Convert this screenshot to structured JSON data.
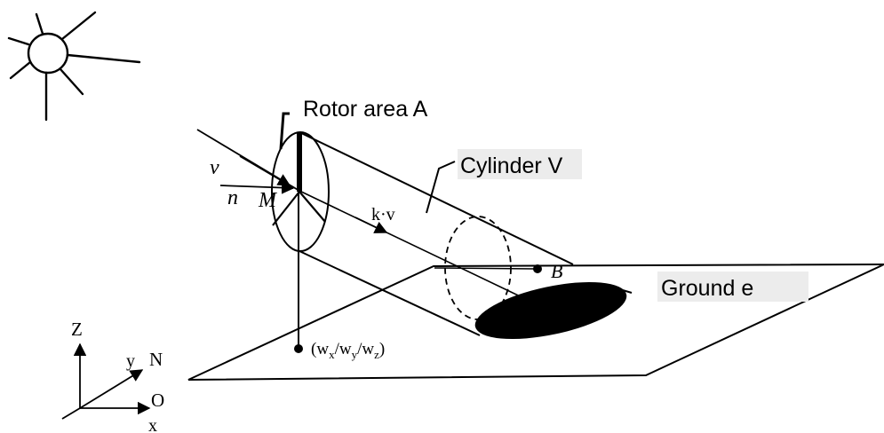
{
  "labels": {
    "rotor_area": "Rotor area  A",
    "cylinder": "Cylinder  V",
    "ground": "Ground  e",
    "v": "v",
    "n": "n",
    "M": "M",
    "kv": "k·v",
    "B": "B",
    "w_open": "(w",
    "w_x_sub": "x",
    "w_sep1": "/w",
    "w_y_sub": "y",
    "w_sep2": "/w",
    "w_z_sub": "z",
    "w_close": ")",
    "axis_z": "Z",
    "axis_y": "y",
    "axis_n": "N",
    "axis_o": "O",
    "axis_x": "x"
  },
  "icons": {
    "sun": "sun-icon"
  },
  "colors": {
    "stroke": "#000000",
    "label_highlight": "#ececec"
  }
}
